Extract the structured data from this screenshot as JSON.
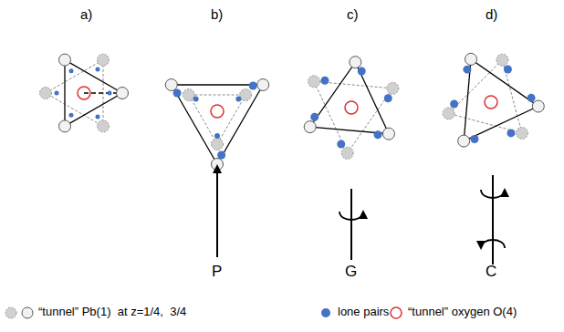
{
  "diagram": {
    "labels": [
      "a)",
      "b)",
      "c)",
      "d)",
      "P",
      "G",
      "C"
    ],
    "legend": [
      {
        "text": "“tunnel” Pb(1)  at z=1/4,  3/4"
      },
      {
        "text": "lone pairs",
        "color": "#4472c4"
      },
      {
        "text": "“tunnel” oxygen O(4)"
      }
    ]
  }
}
